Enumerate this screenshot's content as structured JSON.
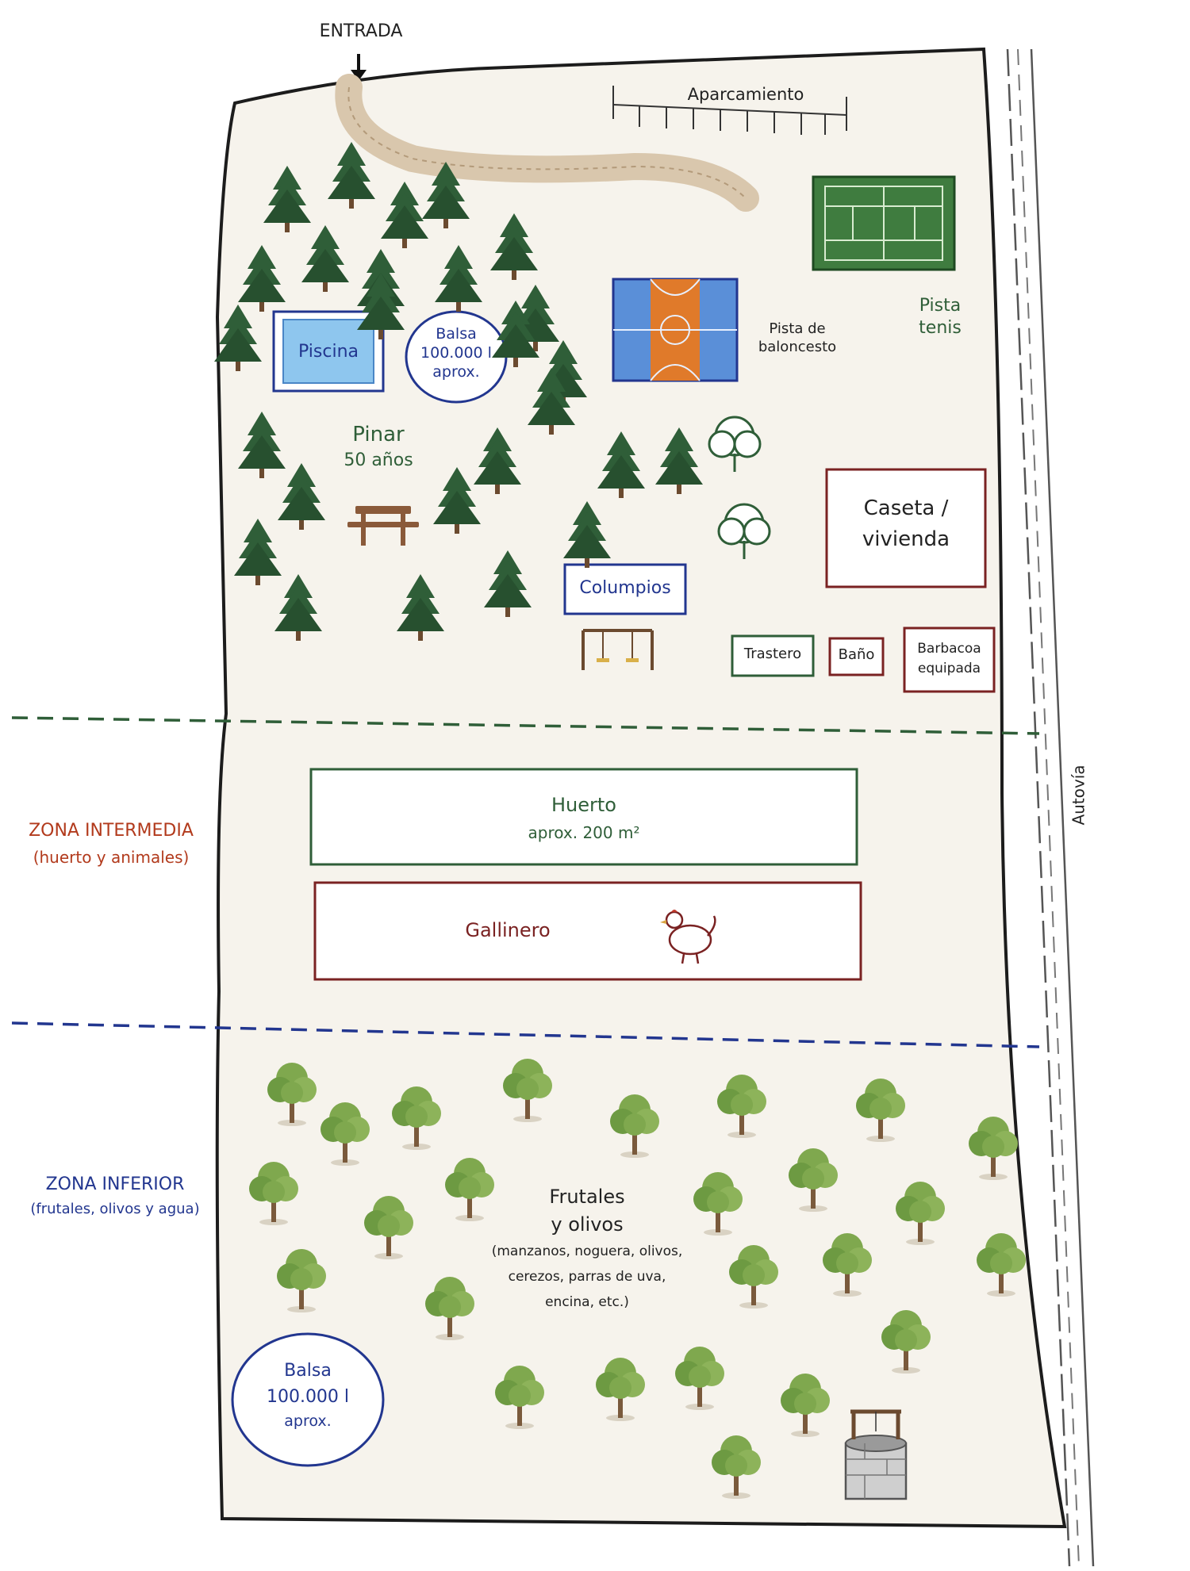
{
  "entrance": {
    "label": "ENTRADA"
  },
  "parking": {
    "label": "Aparcamiento"
  },
  "tennis": {
    "line1": "Pista",
    "line2": "tenis"
  },
  "basketball": {
    "line1": "Pista de",
    "line2": "baloncesto"
  },
  "pool": {
    "label": "Piscina"
  },
  "pond_upper": {
    "line1": "Balsa",
    "line2": "100.000 l",
    "line3": "aprox."
  },
  "pine_forest": {
    "line1": "Pinar",
    "line2": "50 años"
  },
  "swings": {
    "label": "Columpios"
  },
  "house": {
    "line1": "Caseta /",
    "line2": "vivienda"
  },
  "storage": {
    "label": "Trastero"
  },
  "bathroom": {
    "label": "Baño"
  },
  "bbq": {
    "line1": "Barbacoa",
    "line2": "equipada"
  },
  "zone_middle": {
    "title": "ZONA INTERMEDIA",
    "subtitle": "(huerto y animales)"
  },
  "garden": {
    "title": "Huerto",
    "area": "aprox. 200 m²"
  },
  "coop": {
    "label": "Gallinero"
  },
  "zone_lower": {
    "title": "ZONA INFERIOR",
    "subtitle": "(frutales, olivos y agua)"
  },
  "orchard": {
    "line1": "Frutales",
    "line2": "y olivos",
    "line3": "(manzanos, noguera, olivos,",
    "line4": "cerezos, parras de uva,",
    "line5": "encina, etc.)"
  },
  "pond_lower": {
    "line1": "Balsa",
    "line2": "100.000 l",
    "line3": "aprox."
  },
  "highway": {
    "label": "Autovía"
  },
  "colors": {
    "pine": "#2f5e38",
    "orchard_tree": "#7fa84e",
    "land": "#f6f3ec",
    "zone_red": "#b23a1c",
    "zone_blue": "#22368f",
    "pool_blue": "#5aa6dc",
    "court_orange": "#e07a2a",
    "tennis_green": "#3f7c3f"
  }
}
